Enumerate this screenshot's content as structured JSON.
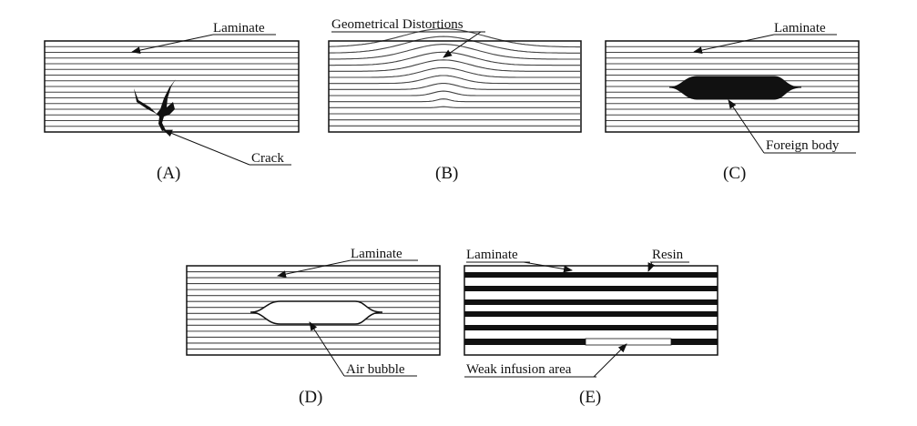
{
  "panels": {
    "a": {
      "caption": "(A)",
      "labels": {
        "laminate": "Laminate",
        "defect": "Crack"
      }
    },
    "b": {
      "caption": "(B)",
      "labels": {
        "defect": "Geometrical Distortions"
      }
    },
    "c": {
      "caption": "(C)",
      "labels": {
        "laminate": "Laminate",
        "defect": "Foreign body"
      }
    },
    "d": {
      "caption": "(D)",
      "labels": {
        "laminate": "Laminate",
        "defect": "Air bubble"
      }
    },
    "e": {
      "caption": "(E)",
      "labels": {
        "laminate": "Laminate",
        "resin": "Resin",
        "defect": "Weak infusion area"
      }
    }
  },
  "colors": {
    "ink": "#111111",
    "line": "#444444",
    "background": "#ffffff"
  }
}
